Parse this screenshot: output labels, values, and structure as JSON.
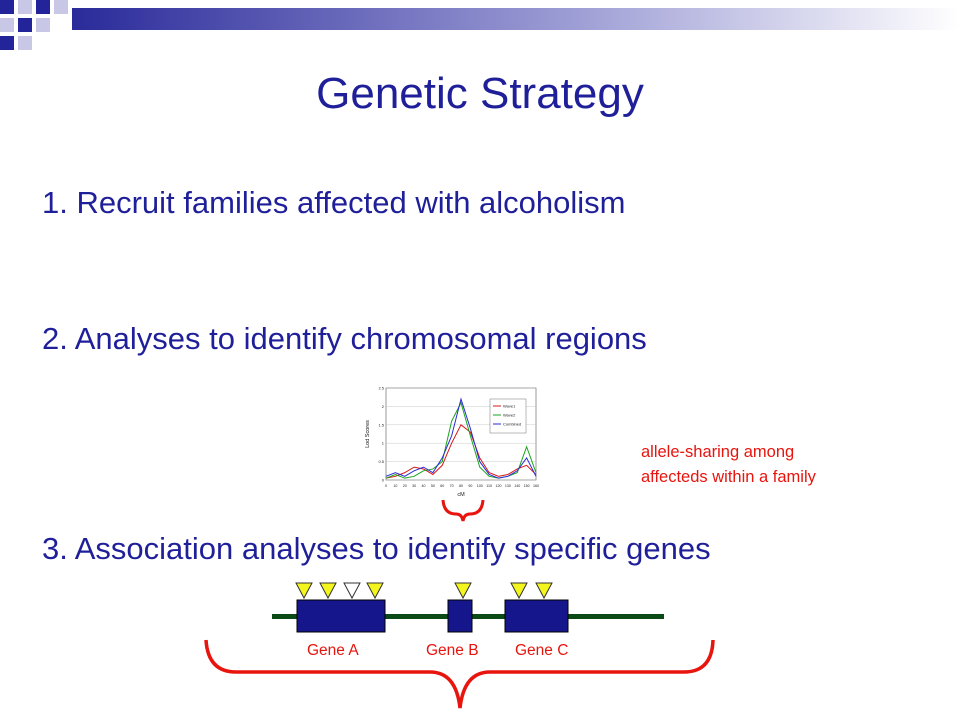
{
  "slide": {
    "title": "Genetic Strategy",
    "steps": [
      "1. Recruit families affected with alcoholism",
      "2.  Analyses to identify chromosomal regions",
      "3.  Association analyses to identify specific genes"
    ],
    "annotation_lines": [
      "allele-sharing among",
      "affecteds within a family"
    ],
    "genes": [
      "Gene A",
      "Gene B",
      "Gene C"
    ],
    "colors": {
      "title_text": "#1f1f9a",
      "accent_red": "#e8140e",
      "gene_box": "#16168c",
      "gene_line": "#0a4a16",
      "marker_yellow": "#f5f51e"
    }
  },
  "chart_data": {
    "type": "line",
    "xlabel": "cM",
    "ylabel": "Lod Scores",
    "x": [
      0,
      10,
      20,
      30,
      40,
      50,
      60,
      70,
      80,
      90,
      100,
      110,
      120,
      130,
      140,
      150,
      160
    ],
    "xlim": [
      0,
      160
    ],
    "ylim": [
      0,
      2.5
    ],
    "yticks": [
      0,
      0.5,
      1,
      1.5,
      2,
      2.5
    ],
    "legend_position": "top-right",
    "series": [
      {
        "name": "Wave1",
        "color": "#d81818",
        "values": [
          0.05,
          0.1,
          0.2,
          0.35,
          0.3,
          0.15,
          0.4,
          1.0,
          1.5,
          1.3,
          0.6,
          0.2,
          0.1,
          0.15,
          0.3,
          0.4,
          0.15
        ]
      },
      {
        "name": "Wave2",
        "color": "#1aa41a",
        "values": [
          0.05,
          0.15,
          0.05,
          0.1,
          0.25,
          0.3,
          0.5,
          1.6,
          2.1,
          1.2,
          0.35,
          0.1,
          0.05,
          0.1,
          0.2,
          0.9,
          0.2
        ]
      },
      {
        "name": "Combined",
        "color": "#2a2ad8",
        "values": [
          0.1,
          0.2,
          0.1,
          0.25,
          0.35,
          0.2,
          0.6,
          1.2,
          2.2,
          1.4,
          0.5,
          0.15,
          0.05,
          0.1,
          0.25,
          0.6,
          0.1
        ]
      }
    ]
  }
}
